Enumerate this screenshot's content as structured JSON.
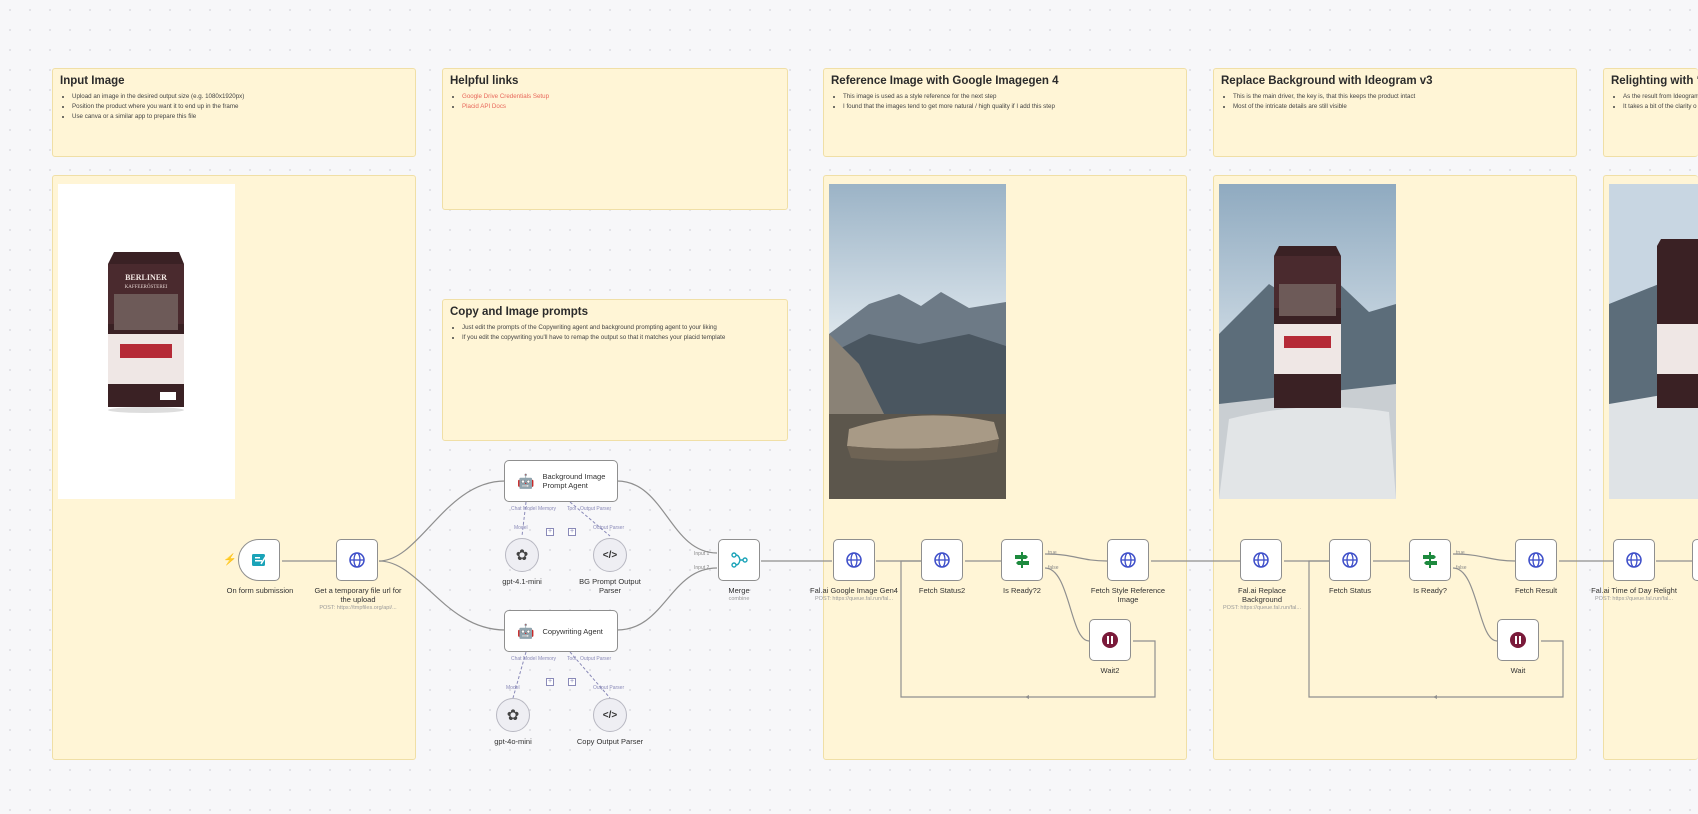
{
  "notes": {
    "input_image": {
      "title": "Input Image",
      "items": [
        "Upload an image in the desired output size (e.g. 1080x1920px)",
        "Position the product where you want it to end up in the frame",
        "Use canva or a similar app to prepare this file"
      ]
    },
    "helpful_links": {
      "title": "Helpful links",
      "links": [
        "Google Drive Credentials Setup",
        "Placid API Docs"
      ]
    },
    "copy_prompts": {
      "title": "Copy and Image prompts",
      "items": [
        "Just edit the prompts of the Copywriting agent and background prompting agent to your liking",
        "If you edit the copywriting you'll have to remap the output so that it matches your placid template"
      ]
    },
    "reference_image": {
      "title": "Reference Image with Google Imagegen 4",
      "items": [
        "This image is used as a style reference for the next step",
        "I found that the images tend to get more natural / high quality if I add this step"
      ]
    },
    "replace_background": {
      "title": "Replace Background with Ideogram v3",
      "items": [
        "This is the main driver, the key is, that this keeps the product intact",
        "Most of the intricate details are still visible"
      ]
    },
    "relighting": {
      "title": "Relighting with “Ti",
      "items": [
        "As the result from Ideogram",
        "It takes a bit of the clarity o"
      ]
    }
  },
  "product_bag": {
    "brand_line1": "BERLINER",
    "brand_line2": "KAFFEERÖSTEREI"
  },
  "nodes": {
    "form": {
      "label": "On form submission"
    },
    "temp_url": {
      "label_line1": "Get a temporary file url for",
      "label_line2": "the upload",
      "sub": "POST: https://tmpfiles.org/api/..."
    },
    "bg_agent": {
      "label_line1": "Background Image",
      "label_line2": "Prompt Agent",
      "port_chat_model": "Chat Model",
      "port_memory": "Memory",
      "port_tool": "Tool",
      "port_output_parser": "Output Parser",
      "model_tag": "Model",
      "parser_tag": "Output Parser"
    },
    "gpt41": {
      "label": "gpt-4.1-mini"
    },
    "bg_parser": {
      "label_line1": "BG Prompt Output",
      "label_line2": "Parser"
    },
    "copy_agent": {
      "label": "Copywriting Agent",
      "port_chat_model": "Chat Model",
      "port_memory": "Memory",
      "port_tool": "Tool",
      "port_output_parser": "Output Parser",
      "model_tag": "Model",
      "parser_tag": "Output Parser"
    },
    "gpt4o": {
      "label": "gpt-4o-mini"
    },
    "copy_parser": {
      "label": "Copy Output Parser"
    },
    "merge": {
      "label": "Merge",
      "sub": "combine",
      "input1": "Input 1",
      "input2": "Input 2"
    },
    "imagegen": {
      "label": "Fal.ai Google Image Gen4",
      "sub": "POST: https://queue.fal.run/fal..."
    },
    "fetch_status2": {
      "label": "Fetch Status2"
    },
    "is_ready2": {
      "label": "Is Ready?2",
      "true": "true",
      "false": "false"
    },
    "fetch_style": {
      "label_line1": "Fetch Style Reference",
      "label_line2": "Image"
    },
    "wait2": {
      "label": "Wait2"
    },
    "replace_bg": {
      "label_line1": "Fal.ai Replace",
      "label_line2": "Background",
      "sub": "POST: https://queue.fal.run/fal..."
    },
    "fetch_status": {
      "label": "Fetch Status"
    },
    "is_ready": {
      "label": "Is Ready?",
      "true": "true",
      "false": "false"
    },
    "fetch_result": {
      "label": "Fetch Result"
    },
    "wait": {
      "label": "Wait"
    },
    "relight": {
      "label": "Fal.ai Time of Day Relight",
      "sub": "POST: https://queue.fal.run/fal..."
    }
  },
  "colors": {
    "sticky": "#fff5d6",
    "wire": "#8f8f8f",
    "ai_wire": "#8a8ab8",
    "http_icon": "#3d4ec9",
    "form_icon": "#1aa3b8",
    "if_icon": "#1d8a3e",
    "wait_icon": "#7a1a3a",
    "trigger_bolt": "#f0533b"
  }
}
